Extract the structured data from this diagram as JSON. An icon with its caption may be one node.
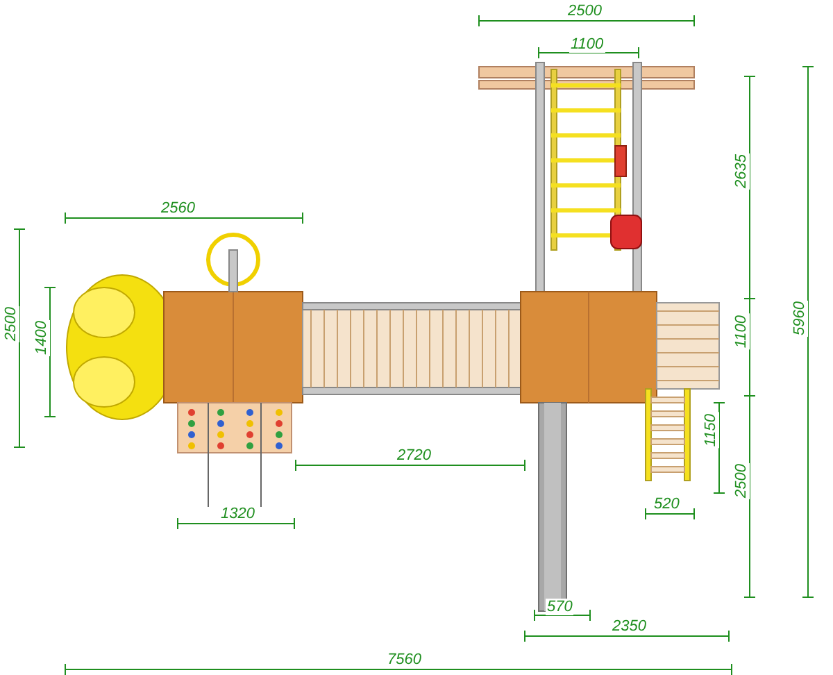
{
  "diagram": {
    "labels": [
      "2500",
      "1100",
      "2635",
      "5960",
      "2560",
      "2500",
      "1400",
      "1100",
      "2720",
      "1150",
      "2500",
      "520",
      "1320",
      "570",
      "2350",
      "7560"
    ]
  }
}
